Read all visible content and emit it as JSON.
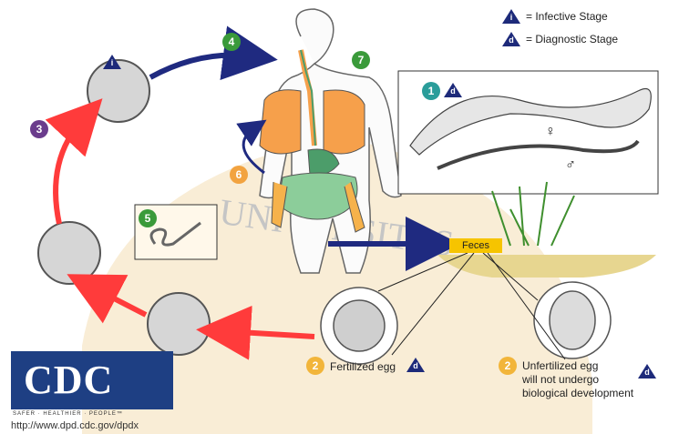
{
  "legend": {
    "infective": {
      "symbol": "i",
      "label": "= Infective Stage"
    },
    "diagnostic": {
      "symbol": "d",
      "label": "= Diagnostic Stage"
    }
  },
  "steps": [
    {
      "num": "1",
      "color": "#2a9d9a",
      "stage": "d"
    },
    {
      "num": "2",
      "color": "#f2b53a"
    },
    {
      "num": "3",
      "color": "#6a3c8c"
    },
    {
      "num": "4",
      "color": "#3a9a3a"
    },
    {
      "num": "5",
      "color": "#3a9a3a"
    },
    {
      "num": "6",
      "color": "#f2a340"
    },
    {
      "num": "7",
      "color": "#3a9a3a"
    }
  ],
  "labels": {
    "female_symbol": "♀",
    "male_symbol": "♂",
    "feces": "Feces",
    "fertilized": "Fertilized egg",
    "unfertilized_line1": "Unfertilized egg",
    "unfertilized_line2": "will not undergo",
    "unfertilized_line3": "biological development",
    "watermark": "UNIVERSITAS"
  },
  "logo": {
    "text": "CDC",
    "tagline": "SAFER · HEALTHIER · PEOPLE™"
  },
  "url": "http://www.dpd.cdc.gov/dpdx",
  "colors": {
    "arrow_red": "#ff3b3b",
    "arrow_blue": "#1f2a80",
    "organ_orange": "#f6a04b",
    "organ_green": "#4c9d6a",
    "stage_triangle": "#1d2a7a"
  }
}
